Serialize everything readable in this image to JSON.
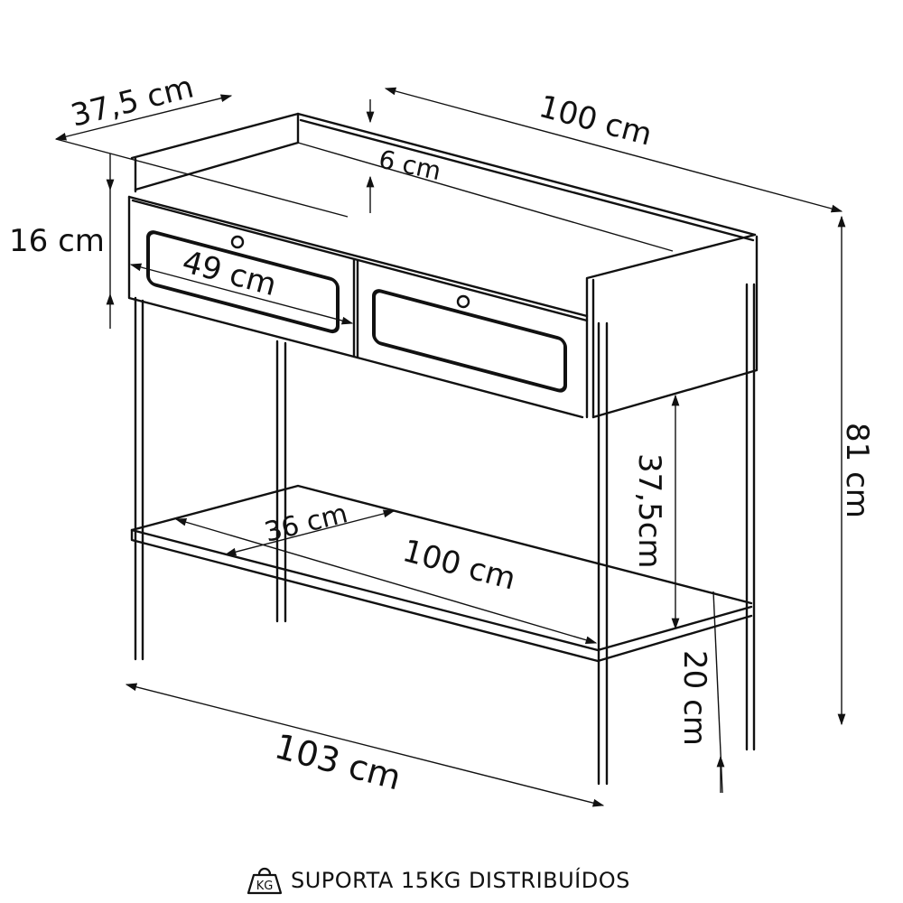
{
  "diagram": {
    "type": "furniture-dimension-drawing",
    "subject": "Console table with two drawers and lower shelf",
    "dimensions": {
      "top_depth": "37,5 cm",
      "top_width": "100 cm",
      "back_rail_height": "6 cm",
      "drawer_box_height": "16 cm",
      "drawer_width": "49 cm",
      "total_height": "81 cm",
      "shelf_clearance": "37,5cm",
      "shelf_depth": "36 cm",
      "shelf_width": "100 cm",
      "shelf_height_from_floor": "20 cm",
      "leg_span_width": "103 cm"
    }
  },
  "footer": {
    "icon": "kg-weight-icon",
    "icon_label": "KG",
    "text": "SUPORTA 15KG DISTRIBUÍDOS"
  }
}
